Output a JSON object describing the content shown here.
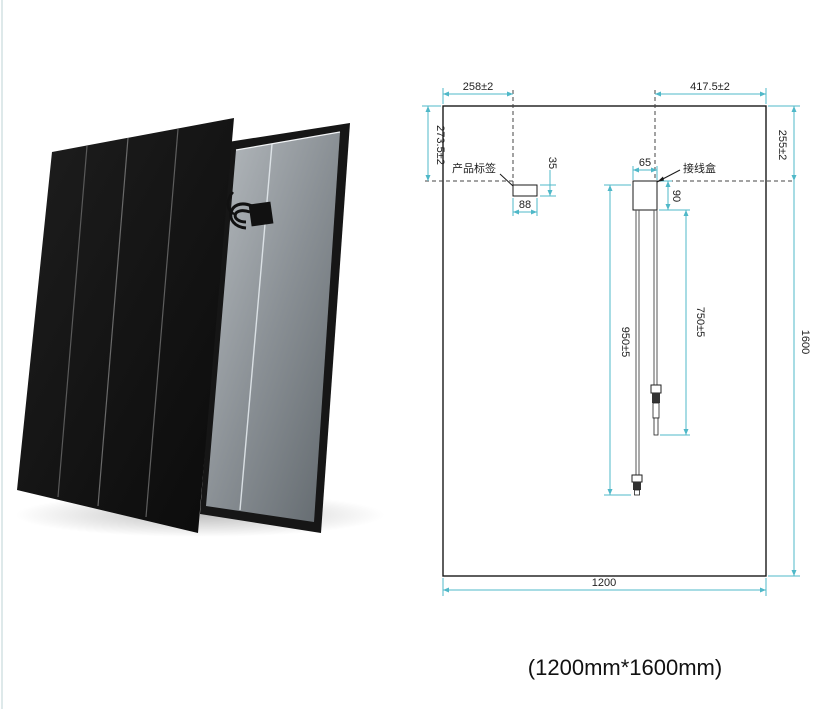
{
  "panel": {
    "dimensions": {
      "width_mm": "1200",
      "height_mm": "1600",
      "label_offset_x": "258±2",
      "label_offset_y": "273.5±2",
      "junction_offset_x": "417.5±2",
      "junction_offset_y": "255±2",
      "label_width": "88",
      "label_height": "35",
      "junction_width": "65",
      "junction_height": "90",
      "cable_long": "950±5",
      "cable_short": "750±5"
    },
    "labels": {
      "product_label": "产品标签",
      "junction_box": "接线盒"
    },
    "caption": "(1200mm*1600mm)"
  },
  "colors": {
    "dimension_line": "#4fb8c8",
    "outline": "#1a1a1a",
    "panel_front": "#141414",
    "panel_back": "#8f959a"
  }
}
